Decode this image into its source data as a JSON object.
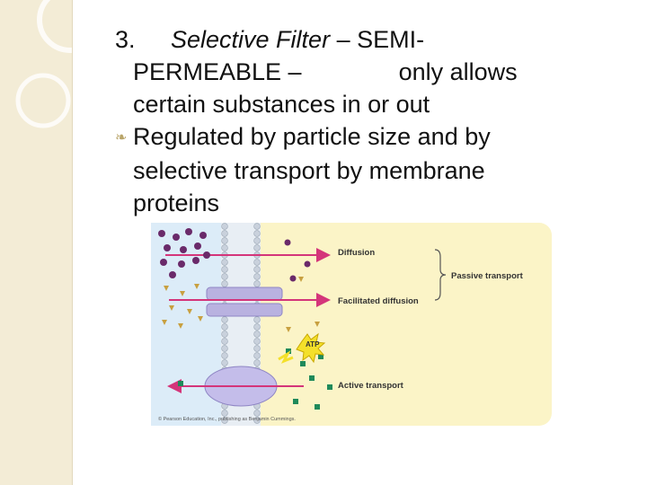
{
  "slide": {
    "line1": {
      "number": "3.",
      "italic": "Selective Filter",
      "rest": " – SEMI-"
    },
    "line2_a": "PERMEABLE –",
    "line2_b": "only allows",
    "line3": "certain substances in or out",
    "bullet1": "Regulated by particle size and by",
    "bullet1_cont1": "selective transport by membrane",
    "bullet1_cont2": "proteins"
  },
  "figure": {
    "labels": {
      "diffusion": "Diffusion",
      "facilitated": "Facilitated diffusion",
      "active": "Active transport",
      "passive": "Passive transport",
      "atp": "ATP"
    },
    "credit": "© Pearson Education, Inc., publishing as Benjamin Cummings.",
    "colors": {
      "inside": "#dcecf8",
      "outside": "#fbf4c7",
      "arrow": "#d4357a",
      "protein": "#b9b2e0"
    }
  }
}
